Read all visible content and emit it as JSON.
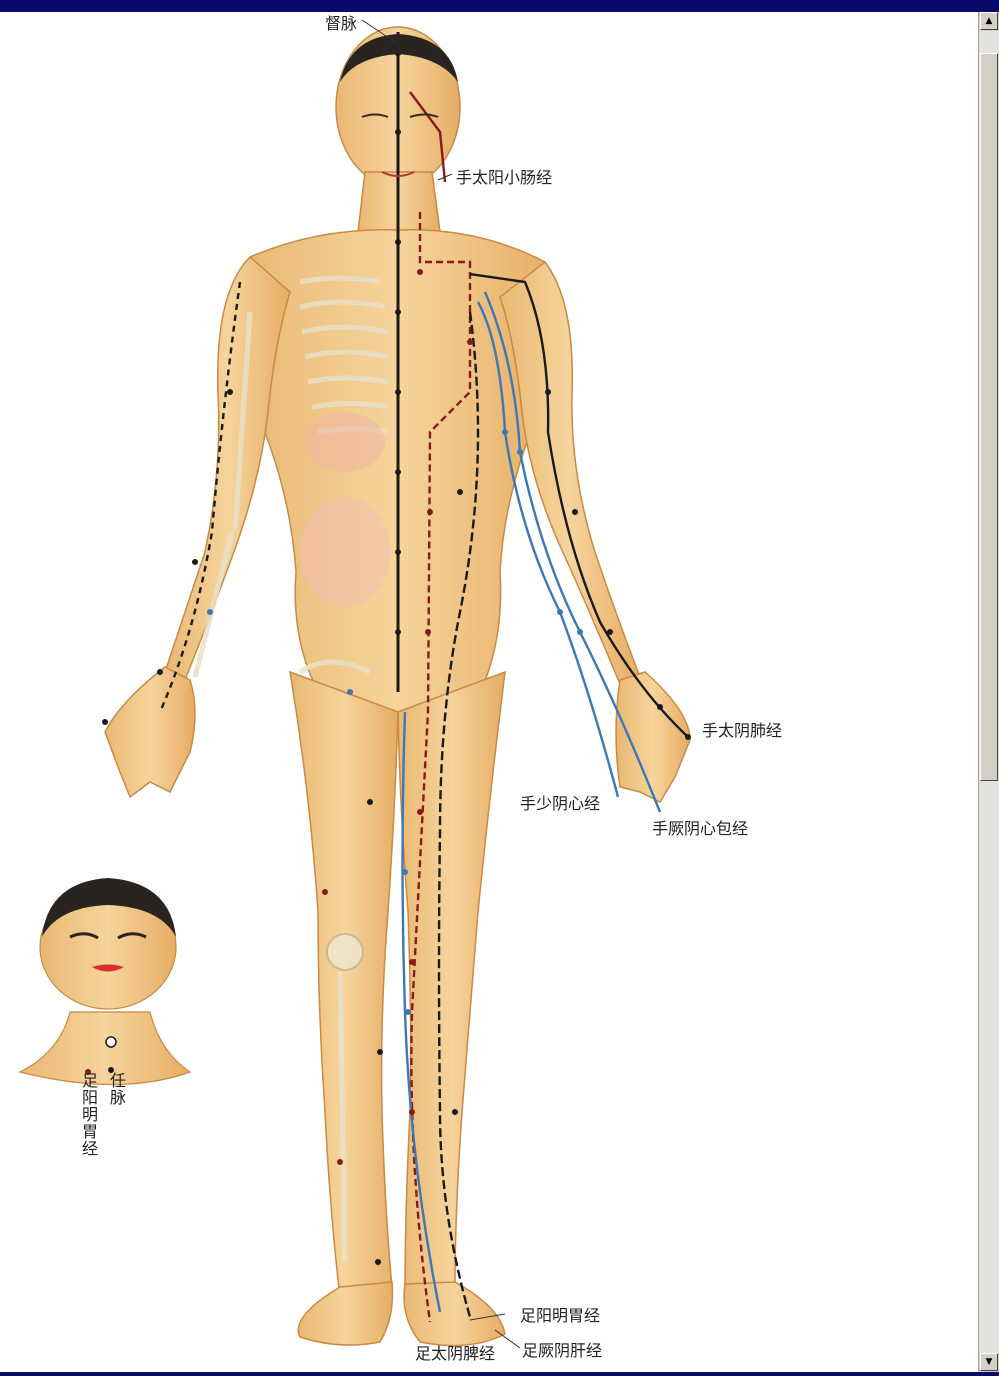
{
  "labels": {
    "du_mai": "督脉",
    "shou_taiyang_xiaochang": "手太阳小肠经",
    "shou_taiyin_fei": "手太阴肺经",
    "shou_shaoyin_xin": "手少阴心经",
    "shou_jueyin_xinbao": "手厥阴心包经",
    "zu_yangming_wei": "足阳明胃经",
    "zu_taiyin_pi": "足太阴脾经",
    "zu_jueyin_gan": "足厥阴肝经",
    "inset_zu_yangming_wei": "足阳明胃经",
    "inset_ren_mai": "任脉"
  },
  "colors": {
    "frame": "#0a0a6a",
    "skin": "#f3c98a",
    "skin_shade": "#e0a860",
    "meridian_black": "#1a1a1a",
    "meridian_red": "#8a1a1a",
    "meridian_blue": "#3a78b8"
  },
  "icons": {
    "scroll_up": "arrow-up-icon",
    "scroll_down": "arrow-down-icon"
  }
}
